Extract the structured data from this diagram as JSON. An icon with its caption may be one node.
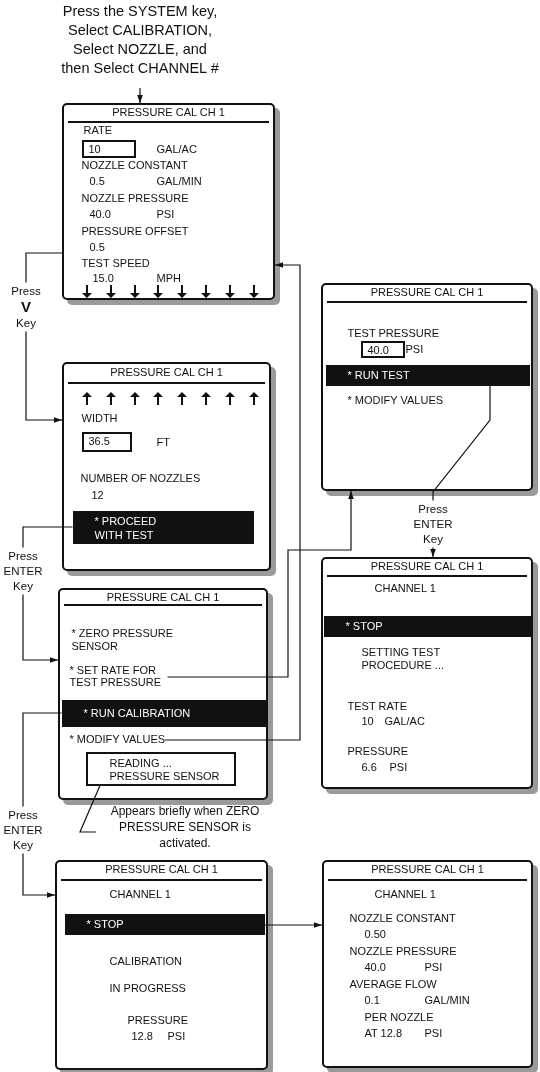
{
  "diagram": {
    "nodes": [
      {
        "text": [
          "Press the SYSTEM key, Select CALIBRATION, Select NOZZLE, and then Select CHANNEL #"
        ]
      },
      {
        "text": [
          "PRESSURE CAL CH 1",
          "RATE",
          "GAL/AC",
          "NOZZLE CONSTANT",
          "0.5",
          "GAL/MIN",
          "NOZZLE PRESSURE",
          "40.0",
          "PSI",
          "PRESSURE OFFSET",
          "0.5",
          "TEST SPEED",
          "15.0",
          "MPH"
        ]
      },
      {
        "text": [
          "10"
        ],
        "in": 1
      },
      {
        "text": [
          "PRESSURE CAL CH 1",
          "TEST PRESSURE",
          "PSI",
          "* MODIFY VALUES"
        ]
      },
      {
        "text": [
          "40.0"
        ],
        "in": 3
      },
      {
        "text": [
          "* RUN TEST"
        ],
        "in": 3
      },
      {
        "text": [
          "PRESSURE CAL CH 1",
          "WIDTH",
          "FT",
          "NUMBER OF NOZZLES",
          "12"
        ]
      },
      {
        "text": [
          "36.5"
        ],
        "in": 6
      },
      {
        "text": [
          "* PROCEED WITH TEST"
        ],
        "in": 6
      },
      {
        "text": [
          "PRESSURE CAL CH 1",
          "CHANNEL 1",
          "SETTING TEST PROCEDURE ...",
          "TEST RATE",
          "10",
          "GAL/AC",
          "PRESSURE",
          "6.6",
          "PSI"
        ]
      },
      {
        "text": [
          "* STOP"
        ],
        "in": 9
      },
      {
        "text": [
          "PRESSURE CAL CH 1",
          "* ZERO PRESSURE SENSOR"
        ]
      },
      {
        "text": [
          "* SET RATE FOR TEST PRESSURE"
        ],
        "in": 11
      },
      {
        "text": [
          "* RUN CALIBRATION"
        ],
        "in": 11
      },
      {
        "text": [
          "* MODIFY VALUES"
        ],
        "in": 11
      },
      {
        "text": [
          "READING ... PRESSURE SENSOR"
        ],
        "in": 11
      },
      {
        "text": [
          "Appears briefly when ZERO PRESSURE SENSOR is activated."
        ]
      },
      {
        "text": [
          "PRESSURE CAL CH 1",
          "CHANNEL 1",
          "CALIBRATION",
          "IN PROGRESS",
          "PRESSURE",
          "12.8",
          "PSI"
        ]
      },
      {
        "text": [
          "* STOP"
        ],
        "in": 17
      },
      {
        "text": [
          "PRESSURE CAL CH 1",
          "CHANNEL 1",
          "NOZZLE CONSTANT",
          "0.50",
          "NOZZLE PRESSURE",
          "40.0",
          "PSI",
          "AVERAGE FLOW",
          "0.1",
          "GAL/MIN",
          "PER NOZZLE",
          "AT 12.8",
          "PSI"
        ]
      }
    ],
    "edges": [
      {
        "from": 0,
        "to": 1,
        "arrow": "to"
      },
      {
        "from": 1,
        "to": 6,
        "arrow": "to",
        "label": "Press **V** Key"
      },
      {
        "from": 8,
        "to": 11,
        "arrow": "to",
        "label": "Press ENTER Key"
      },
      {
        "from": 12,
        "to": 3,
        "arrow": "to"
      },
      {
        "from": 14,
        "to": 1,
        "arrow": "to"
      },
      {
        "from": 5,
        "to": 9,
        "arrow": "to",
        "label": "Press ENTER Key"
      },
      {
        "from": 13,
        "to": 17,
        "arrow": "to",
        "label": "Press ENTER Key"
      },
      {
        "from": 18,
        "to": 19,
        "arrow": "to"
      },
      {
        "from": 16,
        "to": 15,
        "arrow": "none"
      }
    ]
  }
}
